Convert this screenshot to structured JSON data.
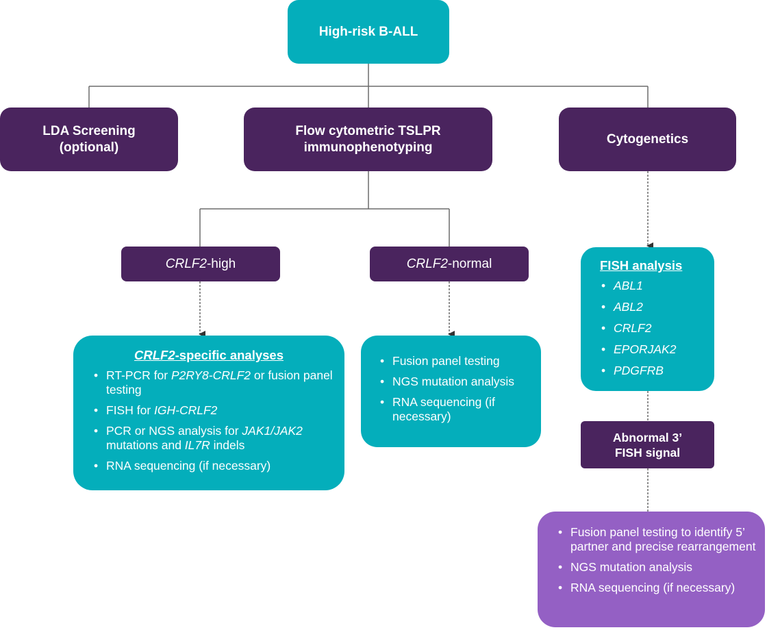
{
  "diagram": {
    "root": {
      "label": "High-risk B-ALL"
    },
    "level1": [
      {
        "id": "lda",
        "label_line1": "LDA Screening",
        "label_line2": "(optional)"
      },
      {
        "id": "flow",
        "label_line1": "Flow cytometric TSLPR",
        "label_line2": "immunophenotyping"
      },
      {
        "id": "cyto",
        "label": "Cytogenetics"
      }
    ],
    "crlf2_high": {
      "gene": "CRLF2",
      "suffix": "-high"
    },
    "crlf2_normal": {
      "gene": "CRLF2",
      "suffix": "-normal"
    },
    "crlf2_specific": {
      "heading_gene": "CRLF2",
      "heading_suffix": "-specific analyses",
      "items": [
        {
          "parts": [
            {
              "t": "RT-PCR for ",
              "i": false
            },
            {
              "t": "P2RY8-CRLF2",
              "i": true
            },
            {
              "t": " or fusion panel testing",
              "i": false
            }
          ]
        },
        {
          "parts": [
            {
              "t": "FISH for ",
              "i": false
            },
            {
              "t": "IGH-CRLF2",
              "i": true
            }
          ]
        },
        {
          "parts": [
            {
              "t": "PCR or NGS analysis for ",
              "i": false
            },
            {
              "t": "JAK1/JAK2",
              "i": true
            },
            {
              "t": " mutations and ",
              "i": false
            },
            {
              "t": "IL7R",
              "i": true
            },
            {
              "t": " indels",
              "i": false
            }
          ]
        },
        {
          "parts": [
            {
              "t": "RNA sequencing (if necessary)",
              "i": false
            }
          ]
        }
      ]
    },
    "crlf2_normal_tests": {
      "items": [
        "Fusion panel testing",
        "NGS mutation analysis",
        "RNA sequencing (if necessary)"
      ]
    },
    "fish_analysis": {
      "heading": "FISH analysis",
      "items": [
        "ABL1",
        "ABL2",
        "CRLF2",
        "EPORJAK2",
        "PDGFRB"
      ]
    },
    "abnormal_signal": {
      "label_line1": "Abnormal 3’",
      "label_line2": "FISH signal"
    },
    "fusion_followup": {
      "items": [
        "Fusion panel testing to identify 5’ partner and precise rearrangement",
        "NGS mutation analysis",
        "RNA sequencing (if necessary)"
      ]
    },
    "colors": {
      "teal": "#04aebb",
      "plum": "#4a245e",
      "violet": "#9460c4",
      "connector": "#6b6b6b"
    }
  }
}
